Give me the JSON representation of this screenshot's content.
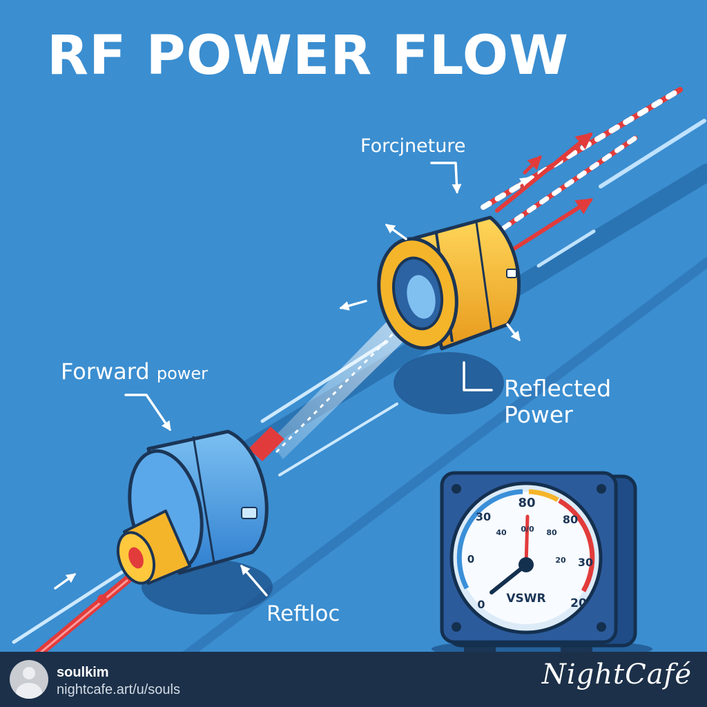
{
  "title": "RF POWER FLOW",
  "labels": {
    "top_connector": "Forcjneture",
    "forward_main": "Forward",
    "forward_small": "power",
    "reflected_line1": "Reflected",
    "reflected_line2": "Power",
    "bottom": "Reftloc"
  },
  "gauge": {
    "label": "VSWR",
    "ticks": {
      "top": "80",
      "upper_left": "30",
      "upper_right": "80",
      "left": "0",
      "right": "30",
      "bottom_left": "0",
      "bottom_right": "20",
      "inner_left": "40",
      "inner_center": "0/0",
      "inner_right": "80",
      "inner_far_right": "20"
    }
  },
  "colors": {
    "background": "#3b8ed0",
    "gold_connector": "#f5b52a",
    "blue_connector": "#4a9be0",
    "red_signal": "#e23b3b",
    "gauge_body": "#2c5b9c"
  },
  "footer": {
    "username": "soulkim",
    "profile_url": "nightcafe.art/u/souls",
    "brand": "NightCafé"
  }
}
